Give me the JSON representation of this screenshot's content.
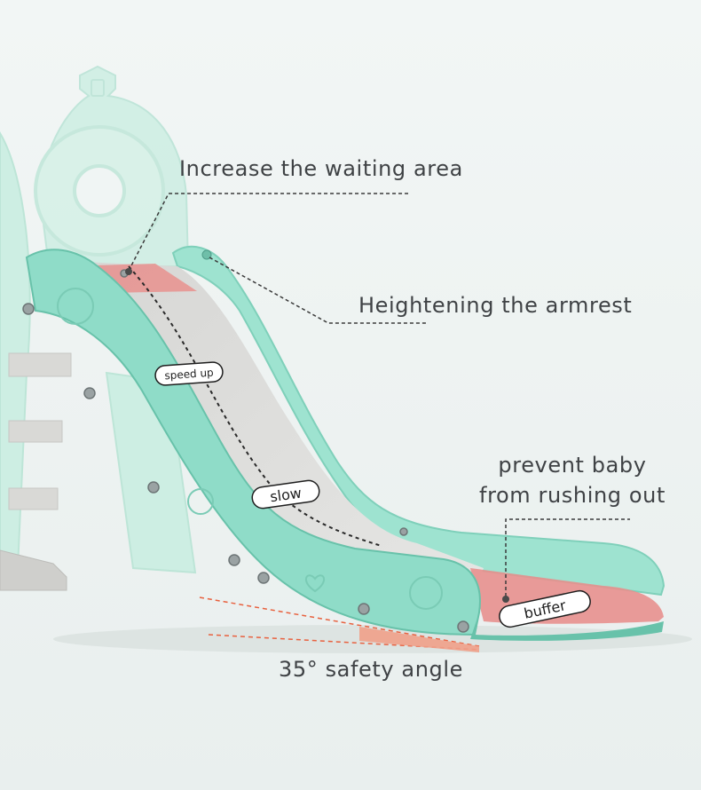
{
  "annotations": {
    "waiting_area": "Increase the waiting area",
    "armrest": "Heightening the armrest",
    "prevent_line1": "prevent baby",
    "prevent_line2": "from rushing out",
    "angle": "35° safety angle"
  },
  "slide_labels": {
    "speed_up": "speed up",
    "slow": "slow",
    "buffer": "buffer"
  },
  "colors": {
    "background": "#eef3f2",
    "slide_body": "#8fdcc8",
    "slide_shadow": "#68c2aa",
    "slide_surface": "#dcdcda",
    "highlight_pink": "#e8908e",
    "angle_line": "#e8613f",
    "text": "#3f4245"
  }
}
